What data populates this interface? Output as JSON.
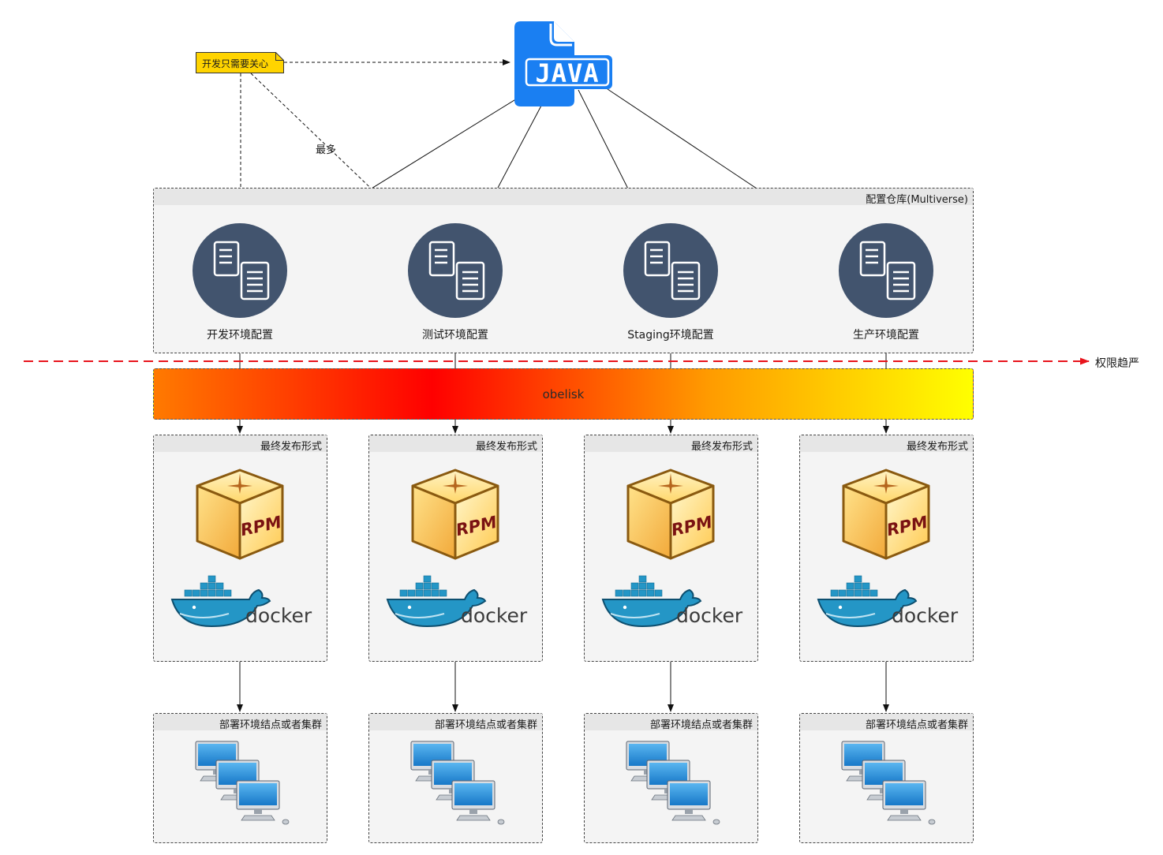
{
  "note": {
    "text": "开发只需要关心"
  },
  "edge_label": "最多",
  "repo": {
    "title": "配置仓库(Multiverse)"
  },
  "configs": [
    {
      "label": "开发环境配置"
    },
    {
      "label": "测试环境配置"
    },
    {
      "label": "Staging环境配置"
    },
    {
      "label": "生产环境配置"
    }
  ],
  "permission_line": {
    "label": "权限趋严",
    "color": "#e8141c"
  },
  "obelisk": {
    "label": "obelisk"
  },
  "release_groups": [
    {
      "title": "最终发布形式",
      "rpm_text": "RPM",
      "docker_text": "docker"
    },
    {
      "title": "最终发布形式",
      "rpm_text": "RPM",
      "docker_text": "docker"
    },
    {
      "title": "最终发布形式",
      "rpm_text": "RPM",
      "docker_text": "docker"
    },
    {
      "title": "最终发布形式",
      "rpm_text": "RPM",
      "docker_text": "docker"
    }
  ],
  "deploy_groups": [
    {
      "title": "部署环境结点或者集群"
    },
    {
      "title": "部署环境结点或者集群"
    },
    {
      "title": "部署环境结点或者集群"
    },
    {
      "title": "部署环境结点或者集群"
    }
  ],
  "java_icon": {
    "text": "JAVA",
    "icon": "java-file-icon",
    "color": "#1a7ff2"
  },
  "colors": {
    "config_circle": "#42546e",
    "note_fill": "#ffd400",
    "docker_blue": "#2496c6"
  }
}
